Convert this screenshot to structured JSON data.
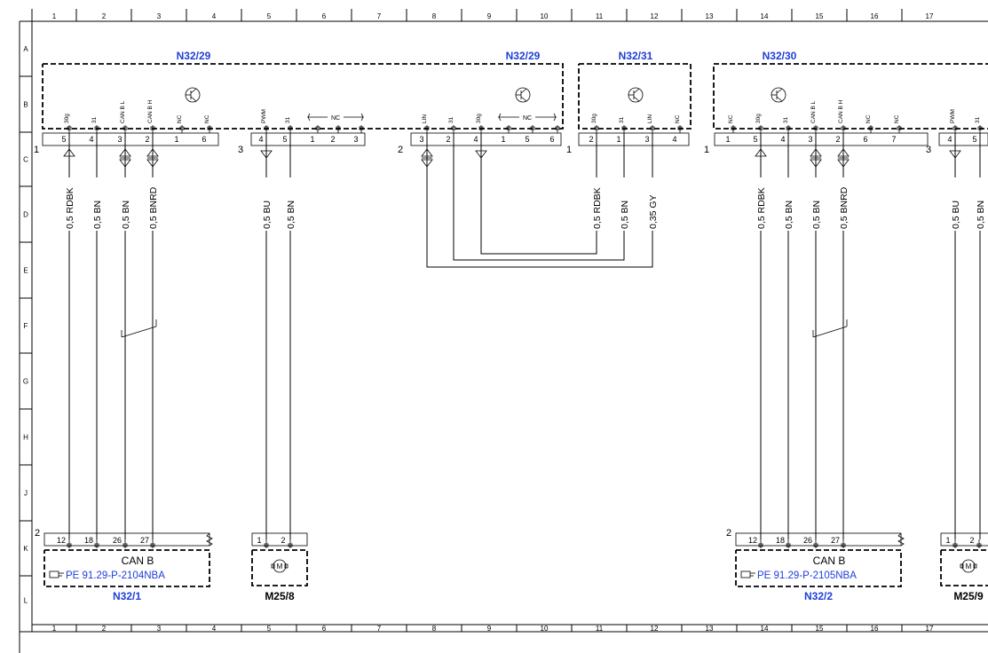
{
  "grid": {
    "columns": [
      "1",
      "2",
      "3",
      "4",
      "5",
      "6",
      "7",
      "8",
      "9",
      "10",
      "11",
      "12",
      "13",
      "14",
      "15",
      "16",
      "17"
    ],
    "rows": [
      "A",
      "B",
      "C",
      "D",
      "E",
      "F",
      "G",
      "H",
      "J",
      "K",
      "L"
    ]
  },
  "colors": {
    "component_label": "#1f3fd6",
    "reference_link": "#1f3fd6",
    "lines": "#000000"
  },
  "modules": [
    {
      "id": "n3229a",
      "label": "N32/29"
    },
    {
      "id": "n3229b",
      "label": "N32/29"
    },
    {
      "id": "n3231",
      "label": "N32/31"
    },
    {
      "id": "n3230",
      "label": "N32/30"
    }
  ],
  "module_connectors": {
    "c1": {
      "number": "1",
      "pins": [
        {
          "pin": "5",
          "signal": "30g"
        },
        {
          "pin": "4",
          "signal": "31"
        },
        {
          "pin": "3",
          "signal": "CAN B L"
        },
        {
          "pin": "2",
          "signal": "CAN B H"
        },
        {
          "pin": "1",
          "signal": "NC"
        },
        {
          "pin": "6",
          "signal": "NC"
        }
      ]
    },
    "c3": {
      "number": "3",
      "pins": [
        {
          "pin": "4",
          "signal": "PWM"
        },
        {
          "pin": "5",
          "signal": "31"
        },
        {
          "pin": "1",
          "signal": ""
        },
        {
          "pin": "2",
          "signal": ""
        },
        {
          "pin": "3",
          "signal": ""
        }
      ],
      "group_label": "NC"
    },
    "c2": {
      "number": "2",
      "pins": [
        {
          "pin": "3",
          "signal": "LIN"
        },
        {
          "pin": "2",
          "signal": "31"
        },
        {
          "pin": "4",
          "signal": "30g"
        },
        {
          "pin": "1",
          "signal": ""
        },
        {
          "pin": "5",
          "signal": ""
        },
        {
          "pin": "6",
          "signal": ""
        }
      ],
      "group_label": "NC"
    },
    "c31": {
      "number": "1",
      "pins": [
        {
          "pin": "2",
          "signal": "30g"
        },
        {
          "pin": "1",
          "signal": "31"
        },
        {
          "pin": "3",
          "signal": "LIN"
        },
        {
          "pin": "4",
          "signal": "NC"
        }
      ]
    },
    "c30": {
      "number": "1",
      "pins": [
        {
          "pin": "1",
          "signal": "NC"
        },
        {
          "pin": "5",
          "signal": "30g"
        },
        {
          "pin": "4",
          "signal": "31"
        },
        {
          "pin": "3",
          "signal": "CAN B L"
        },
        {
          "pin": "2",
          "signal": "CAN B H"
        },
        {
          "pin": "6",
          "signal": "NC"
        },
        {
          "pin": "7",
          "signal": "NC"
        }
      ]
    },
    "c30b": {
      "number": "3",
      "pins": [
        {
          "pin": "4",
          "signal": "PWM"
        },
        {
          "pin": "5",
          "signal": "31"
        }
      ]
    }
  },
  "wires": [
    {
      "id": "w1",
      "label": "0,5 RDBK"
    },
    {
      "id": "w2",
      "label": "0,5 BN"
    },
    {
      "id": "w3",
      "label": "0,5 BN"
    },
    {
      "id": "w4",
      "label": "0,5 BNRD"
    },
    {
      "id": "w5",
      "label": "0,5 BU"
    },
    {
      "id": "w6",
      "label": "0,5 BN"
    },
    {
      "id": "w7",
      "label": "0,5 RDBK"
    },
    {
      "id": "w8",
      "label": "0,5 BN"
    },
    {
      "id": "w9",
      "label": "0,35 GY"
    },
    {
      "id": "w10",
      "label": "0,5 RDBK"
    },
    {
      "id": "w11",
      "label": "0,5 BN"
    },
    {
      "id": "w12",
      "label": "0,5 BN"
    },
    {
      "id": "w13",
      "label": "0,5 BNRD"
    },
    {
      "id": "w14",
      "label": "0,5 BU"
    },
    {
      "id": "w15",
      "label": "0,5 BN"
    }
  ],
  "bottom_components": [
    {
      "id": "n321",
      "connector_number": "2",
      "pins": [
        "12",
        "18",
        "26",
        "27"
      ],
      "title": "CAN B",
      "reference_icon": "pointing-hand-icon",
      "reference": "PE 91.29-P-2104NBA",
      "label": "N32/1"
    },
    {
      "id": "m258",
      "pins": [
        "1",
        "2"
      ],
      "symbol": "M",
      "label": "M25/8"
    },
    {
      "id": "n322",
      "connector_number": "2",
      "pins": [
        "12",
        "18",
        "26",
        "27"
      ],
      "title": "CAN B",
      "reference_icon": "pointing-hand-icon",
      "reference": "PE 91.29-P-2105NBA",
      "label": "N32/2"
    },
    {
      "id": "m259",
      "pins": [
        "1",
        "2"
      ],
      "symbol": "M",
      "label": "M25/9"
    }
  ]
}
